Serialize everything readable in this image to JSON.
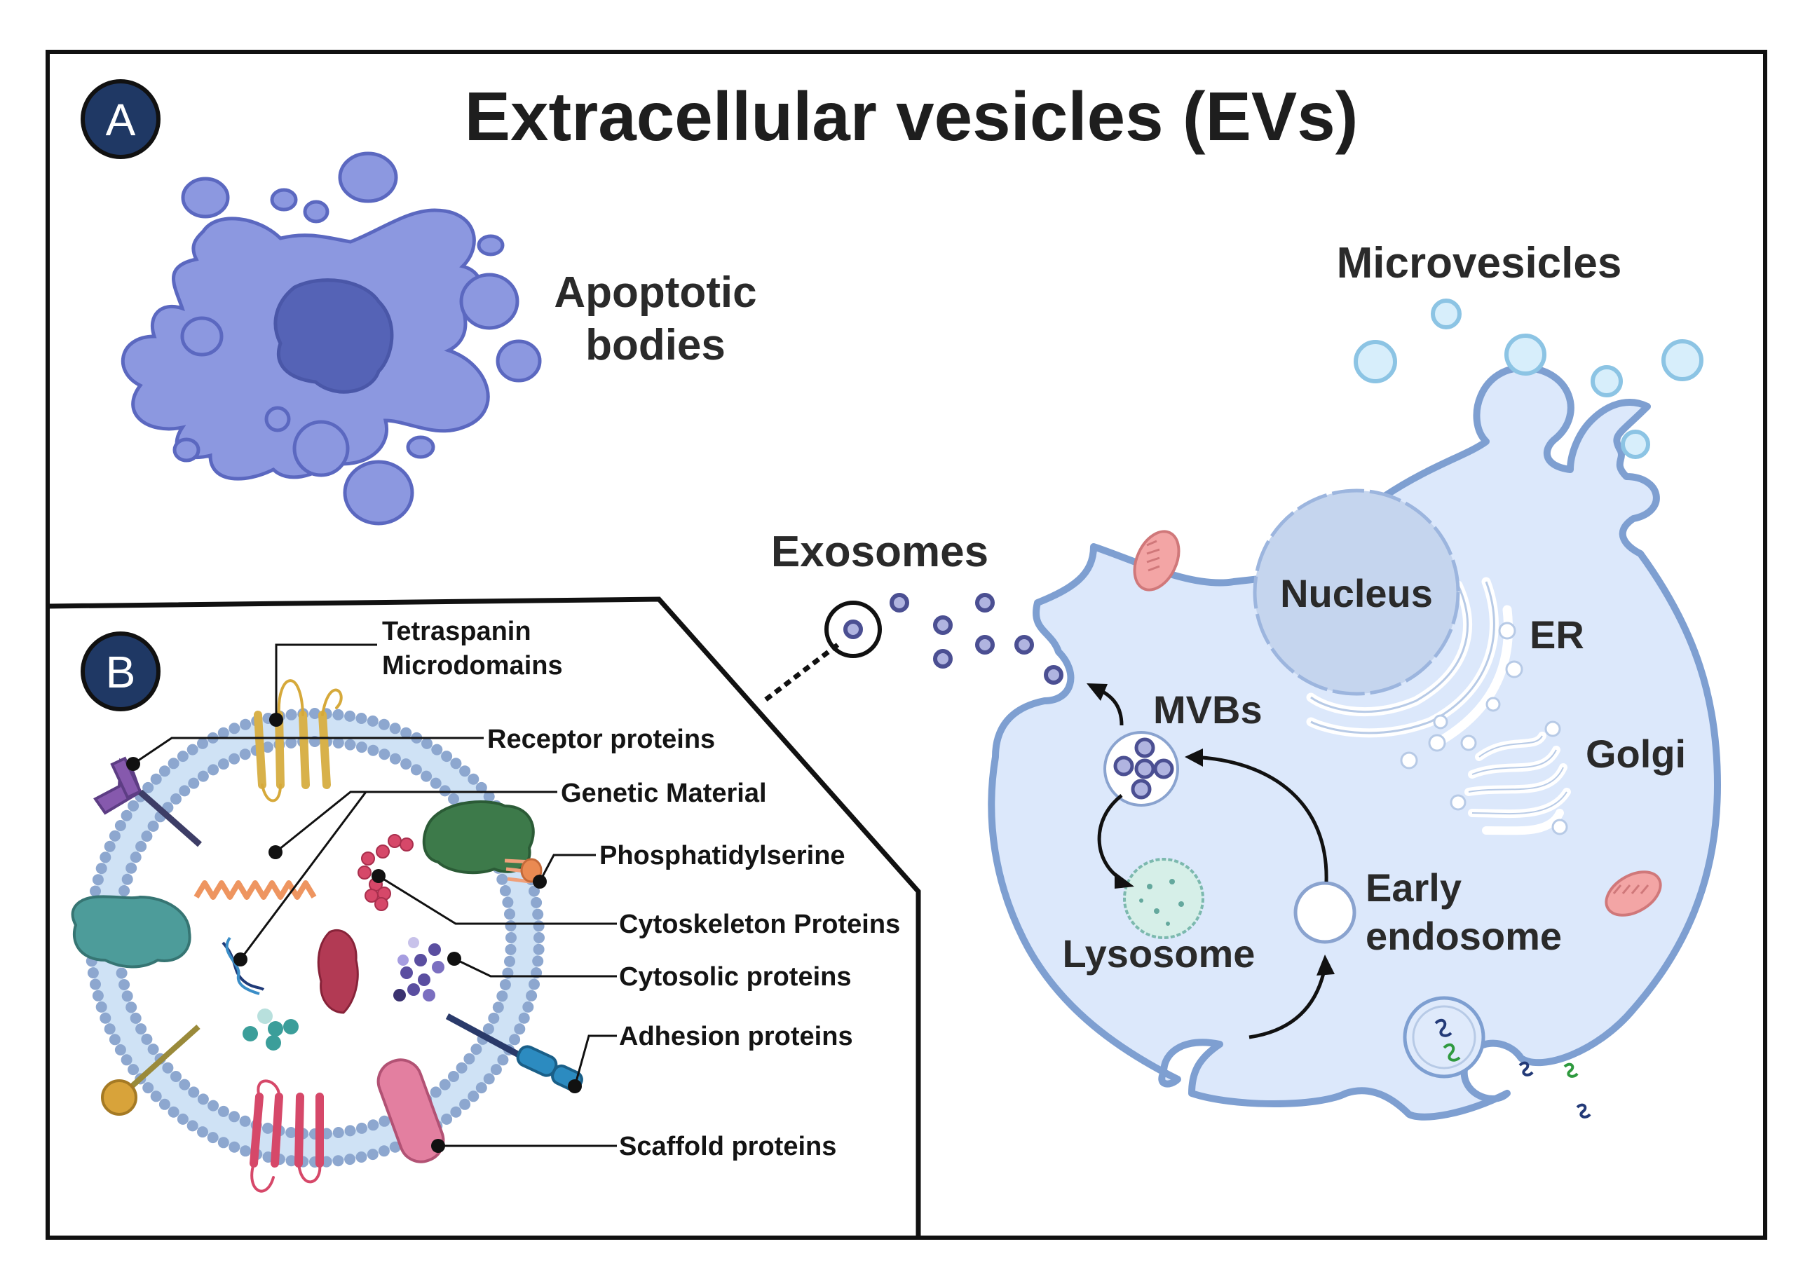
{
  "title": "Extracellular vesicles (EVs)",
  "panels": {
    "a": {
      "badge": "A"
    },
    "b": {
      "badge": "B"
    }
  },
  "labels": {
    "apoptotic_bodies_line1": "Apoptotic",
    "apoptotic_bodies_line2": "bodies",
    "microvesicles": "Microvesicles",
    "exosomes": "Exosomes",
    "nucleus": "Nucleus",
    "er": "ER",
    "golgi": "Golgi",
    "mvbs": "MVBs",
    "lysosome": "Lysosome",
    "early_endosome_line1": "Early",
    "early_endosome_line2": "endosome"
  },
  "exosome_components": [
    "Tetraspanin",
    "Microdomains",
    "Receptor proteins",
    "Genetic Material",
    "Phosphatidylserine",
    "Cytoskeleton Proteins",
    "Cytosolic proteins",
    "Adhesion proteins",
    "Scaffold proteins"
  ],
  "colors": {
    "frame": "#111111",
    "badge_fill": "#1f3864",
    "apoptotic_fill": "#8c98e0",
    "apoptotic_stroke": "#5b68c0",
    "apoptotic_nucleus": "#5563b6",
    "cell_fill": "#dde9fb",
    "cell_stroke": "#7e9fd1",
    "nucleus_fill": "#c7d6ef",
    "vesicle_fill": "#d7eefb",
    "vesicle_stroke": "#8cc4e4",
    "membrane_head": "#8da7cf",
    "membrane_tail": "#cfe2f5"
  },
  "icons": [
    "apoptotic-cell-icon",
    "microvesicle-icon",
    "exosome-icon",
    "mitochondria-icon",
    "er-icon",
    "golgi-icon",
    "mvb-icon",
    "lysosome-icon",
    "endosome-icon",
    "dna-icon",
    "rna-icon",
    "protein-icon"
  ]
}
